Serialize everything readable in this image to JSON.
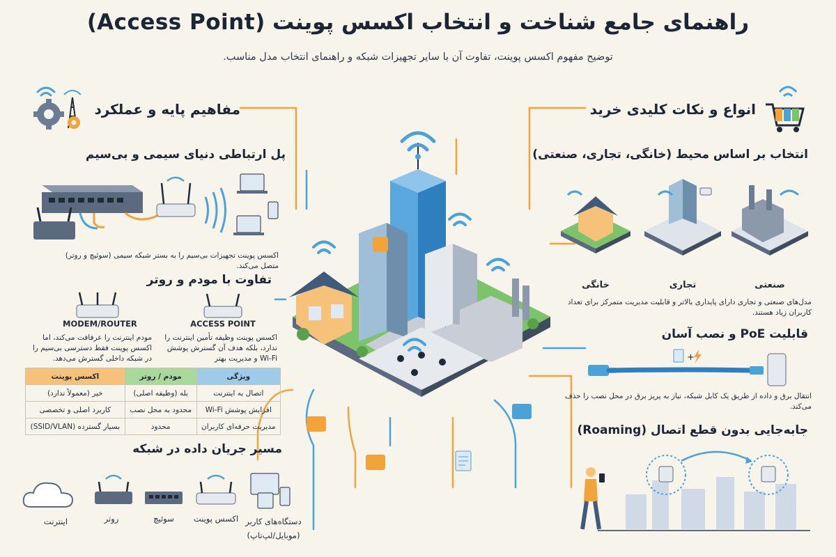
{
  "header": {
    "title": "راهنمای جامع شناخت و انتخاب اکسس پوینت (Access Point)",
    "subtitle": "توضیح مفهوم اکسس پوینت، تفاوت آن با سایر تجهیزات شبکه و راهنمای انتخاب مدل مناسب."
  },
  "left": {
    "basics_title": "مفاهیم پایه و عملکرد",
    "bridge_title": "پل ارتباطی دنیای سیمی و بی‌سیم",
    "bridge_caption": "اکسس پوینت تجهیزات بی‌سیم را به بستر شبکه سیمی (سوئیچ و روتر) متصل می‌کند.",
    "diff_title": "تفاوت با مودم و روتر",
    "modem_label": "MODEM/ROUTER",
    "ap_label": "ACCESS POINT",
    "modem_caption": "مودم اینترنت را عرفافت می‌کند، اما اکسس پوینت فقط دسترسی بی‌سیم را در شبکه داخلی گسترش می‌دهد.",
    "ap_caption": "اکسس پوینت وظیفه تأمین اینترنت را ندارد، بلکه هدف آن گسترش پوشش Wi-Fi و مدیریت بهتر",
    "table": {
      "headers": [
        "ویژگی",
        "مودم / روتر",
        "اکسس پوینت"
      ],
      "rows": [
        [
          "اتصال به اینترنت",
          "بله (وظیفه اصلی)",
          "خیر (معمولاً ندارد)"
        ],
        [
          "افزایش پوشش Wi-Fi",
          "محدود به محل نصب",
          "کاربرد اصلی و تخصصی"
        ],
        [
          "مدیریت حرفه‌ای کاربران",
          "محدود",
          "بسیار گسترده (SSID/VLAN)"
        ]
      ]
    },
    "flow_title": "مسیر جریان داده در شبکه",
    "flow": {
      "internet": "اینترنت",
      "router": "روتر",
      "switch": "سوئیچ",
      "ap": "اکسس پوینت",
      "devices_line1": "دستگاه‌های کاربر",
      "devices_line2": "(موبایل/لپ‌تاپ)"
    }
  },
  "right": {
    "buy_title": "انواع و نکات کلیدی خرید",
    "env_title": "انتخاب بر اساس محیط (خانگی، تجاری، صنعتی)",
    "env_labels": {
      "home": "خانگی",
      "commercial": "تجاری",
      "industrial": "صنعتی"
    },
    "env_caption": "مدل‌های صنعتی و تجاری دارای پایداری بالاتر و قابلیت مدیریت متمرکز برای تعداد کاربران زیاد هستند.",
    "poe_title": "قابلیت PoE و نصب آسان",
    "poe_caption": "انتقال برق و داده از طریق یک کابل شبکه، نیاز به پریز برق در محل نصب را حذف می‌کند.",
    "roaming_title": "جابه‌جایی بدون قطع اتصال (Roaming)"
  },
  "colors": {
    "background": "#f7f4ec",
    "accent_orange": "#f2a33a",
    "accent_blue": "#4aa3d8",
    "table_orange": "#f6c27a",
    "table_green": "#a9d99a",
    "table_blue": "#9fcbe8"
  },
  "icons": [
    "gear-icon",
    "tower-icon",
    "cart-icon",
    "wifi-icon",
    "cloud-icon",
    "router-icon",
    "switch-icon",
    "ap-icon",
    "devices-icon",
    "plug-icon",
    "bolt-icon"
  ]
}
